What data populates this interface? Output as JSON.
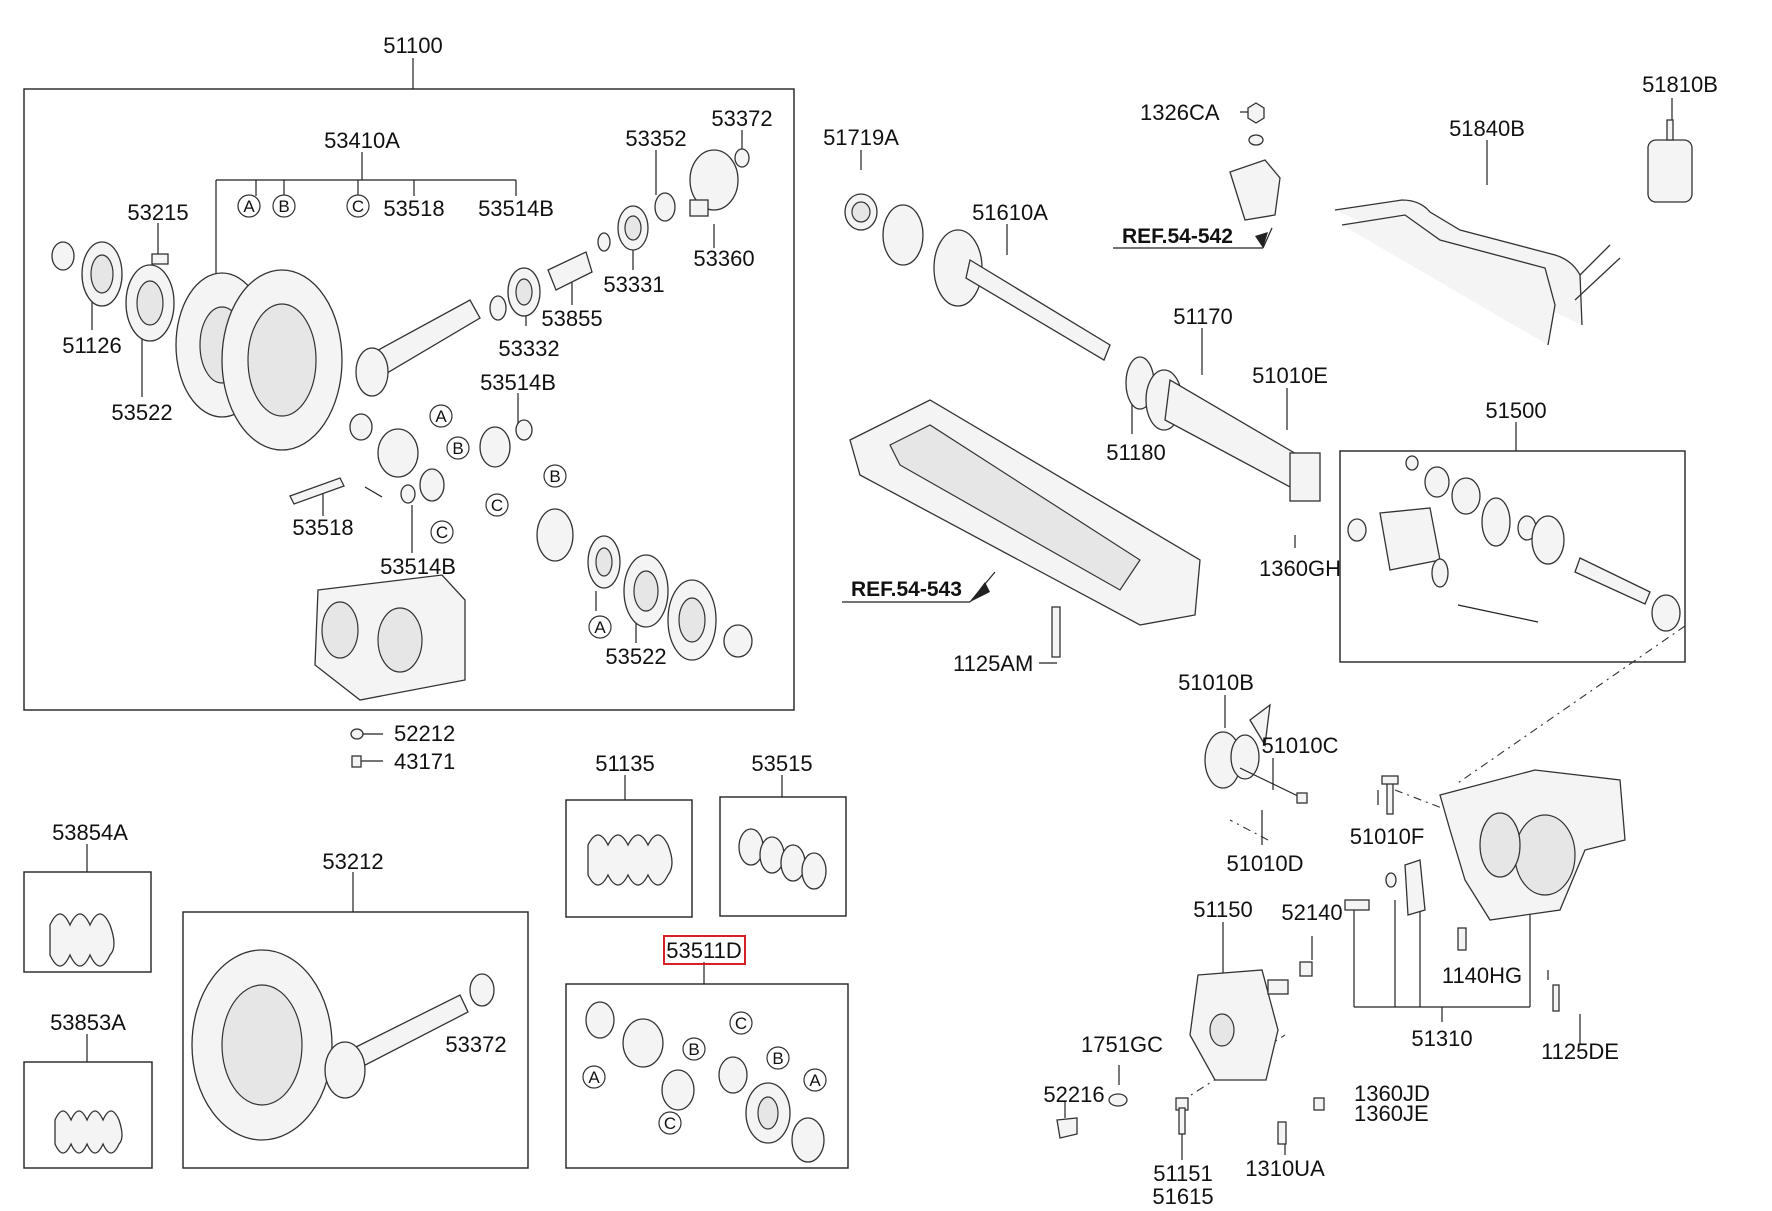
{
  "labels": {
    "p51100": "51100",
    "p53410A": "53410A",
    "p53518_top": "53518",
    "p53514B_top": "53514B",
    "p53215": "53215",
    "p51126": "51126",
    "p53522_left": "53522",
    "p53352": "53352",
    "p53372_top": "53372",
    "p53360": "53360",
    "p53331": "53331",
    "p53855": "53855",
    "p53332": "53332",
    "p53514B_mid": "53514B",
    "p53518_low": "53518",
    "p53514B_low": "53514B",
    "p53522_low": "53522",
    "p52212": "52212",
    "p43171": "43171",
    "p51719A": "51719A",
    "p51610A": "51610A",
    "p1326CA": "1326CA",
    "p51840B": "51840B",
    "p51810B": "51810B",
    "p51170": "51170",
    "p51010E": "51010E",
    "p51180": "51180",
    "p51500": "51500",
    "p1360GH": "1360GH",
    "p1125AM": "1125AM",
    "p51010B": "51010B",
    "p51010C": "51010C",
    "p51010D": "51010D",
    "p51010F": "51010F",
    "p51135": "51135",
    "p53515": "53515",
    "p53854A": "53854A",
    "p53212": "53212",
    "p53372_low": "53372",
    "p53853A": "53853A",
    "p53511D": "53511D",
    "p51150": "51150",
    "p52140": "52140",
    "p1140HG": "1140HG",
    "p51310": "51310",
    "p1125DE": "1125DE",
    "p1751GC": "1751GC",
    "p52216": "52216",
    "p1360JD": "1360JD",
    "p1360JE": "1360JE",
    "p51151": "51151",
    "p51615": "51615",
    "p1310UA": "1310UA"
  },
  "refs": {
    "ref_54_542": "REF.54-542",
    "ref_54_543": "REF.54-543"
  },
  "markers": {
    "a": "A",
    "b": "B",
    "c": "C"
  },
  "colors": {
    "highlight": "#d61f26",
    "line": "#222222"
  }
}
